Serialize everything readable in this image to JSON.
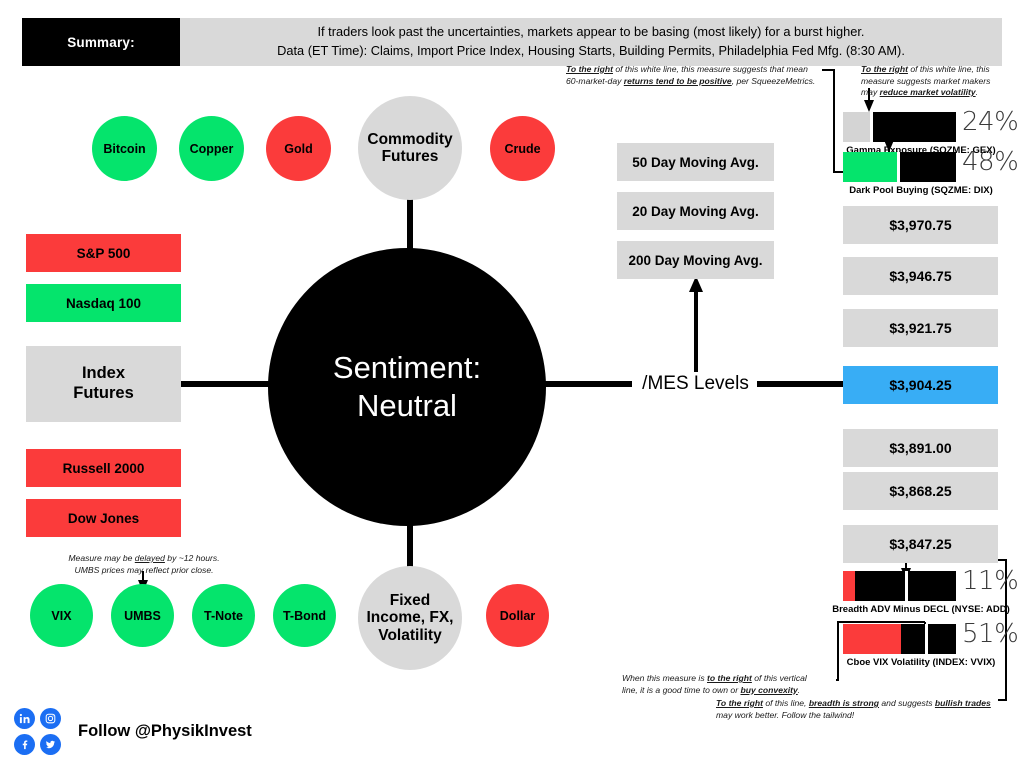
{
  "summary": {
    "label": "Summary:",
    "line1": "If traders look past the uncertainties, markets appear to be basing (most likely) for a burst higher.",
    "line2": "Data (ET Time): Claims, Import Price Index, Housing Starts, Building Permits, Philadelphia Fed Mfg. (8:30 AM)."
  },
  "center": {
    "line1": "Sentiment:",
    "line2": "Neutral"
  },
  "colors": {
    "green": "#05e46c",
    "red": "#fb3b3b",
    "gray": "#d9d9d9",
    "black": "#000000",
    "blue": "#38adf5",
    "social_blue": "#1b6ef3"
  },
  "commodities": {
    "hub_label_line1": "Commodity",
    "hub_label_line2": "Futures",
    "items": [
      {
        "label": "Bitcoin",
        "status": "green"
      },
      {
        "label": "Copper",
        "status": "green"
      },
      {
        "label": "Gold",
        "status": "red"
      },
      {
        "label": "Crude",
        "status": "red"
      }
    ]
  },
  "index_futures": {
    "hub_label_line1": "Index",
    "hub_label_line2": "Futures",
    "items": [
      {
        "label": "S&P 500",
        "status": "red"
      },
      {
        "label": "Nasdaq 100",
        "status": "green"
      },
      {
        "label": "Russell 2000",
        "status": "red"
      },
      {
        "label": "Dow Jones",
        "status": "red"
      }
    ]
  },
  "fixed_income": {
    "hub_label_line1": "Fixed",
    "hub_label_line2": "Income, FX,",
    "hub_label_line3": "Volatility",
    "items": [
      {
        "label": "VIX",
        "status": "green"
      },
      {
        "label": "UMBS",
        "status": "green"
      },
      {
        "label": "T-Note",
        "status": "green"
      },
      {
        "label": "T-Bond",
        "status": "green"
      },
      {
        "label": "Dollar",
        "status": "red"
      }
    ],
    "note_line1": "Measure may be delayed by ~12 hours.",
    "note_line2": "UMBS prices may reflect prior close."
  },
  "mes": {
    "hub_label": "/MES Levels",
    "moving_averages": [
      "50 Day Moving Avg.",
      "20 Day Moving Avg.",
      "200 Day Moving Avg."
    ],
    "levels": [
      {
        "price": "$3,970.75",
        "active": false
      },
      {
        "price": "$3,946.75",
        "active": false
      },
      {
        "price": "$3,921.75",
        "active": false
      },
      {
        "price": "$3,904.25",
        "active": true
      },
      {
        "price": "$3,891.00",
        "active": false
      },
      {
        "price": "$3,868.25",
        "active": false
      },
      {
        "price": "$3,847.25",
        "active": false
      }
    ]
  },
  "gauges": [
    {
      "id": "gex",
      "caption": "Gamma Exposure (SQZME: GEX)",
      "value_label": "24%",
      "fill_pct": 24,
      "fill_color": "#d4d4d4",
      "divider_pct": 24
    },
    {
      "id": "dix",
      "caption": "Dark Pool Buying (SQZME: DIX)",
      "value_label": "48%",
      "fill_pct": 48,
      "fill_color": "#05e46c",
      "divider_pct": 48
    },
    {
      "id": "add",
      "caption": "Breadth ADV Minus DECL (NYSE: ADD)",
      "value_label": "11%",
      "fill_pct": 11,
      "fill_color": "#fb3b3b",
      "divider_pct": 55
    },
    {
      "id": "vvix",
      "caption": "Cboe VIX Volatility (INDEX: VVIX)",
      "value_label": "51%",
      "fill_pct": 51,
      "fill_color": "#fb3b3b",
      "divider_pct": 73
    }
  ],
  "notes": {
    "gex_left_line1_a": "To the right",
    "gex_left_line1_b": " of this white line, this measure suggests that mean",
    "gex_left_line2_a": "60-market-day ",
    "gex_left_line2_b": "returns tend to be positive",
    "gex_left_line2_c": ", per SqueezeMetrics.",
    "gex_top_line1_a": "To the right",
    "gex_top_line1_b": " of this white line, this",
    "gex_top_line2": "measure suggests market makers",
    "gex_top_line3_a": "may ",
    "gex_top_line3_b": "reduce market volatility",
    "gex_top_line3_c": ".",
    "vvix_line1_a": "When this measure is ",
    "vvix_line1_b": "to the right",
    "vvix_line1_c": " of this vertical",
    "vvix_line2_a": "line, it is a good time to own or ",
    "vvix_line2_b": "buy convexity",
    "vvix_line2_c": ".",
    "add_line1_a": "To the right",
    "add_line1_b": " of this line, ",
    "add_line1_c": "breadth is strong",
    "add_line1_d": " and suggests ",
    "add_line1_e": "bullish trades",
    "add_line2": "may work better. Follow the tailwind!"
  },
  "footer": {
    "follow": "Follow @PhysikInvest",
    "social": [
      {
        "name": "linkedin",
        "glyph": "in"
      },
      {
        "name": "instagram",
        "glyph": "▢"
      },
      {
        "name": "facebook",
        "glyph": "f"
      },
      {
        "name": "twitter",
        "glyph": "✈"
      }
    ]
  }
}
